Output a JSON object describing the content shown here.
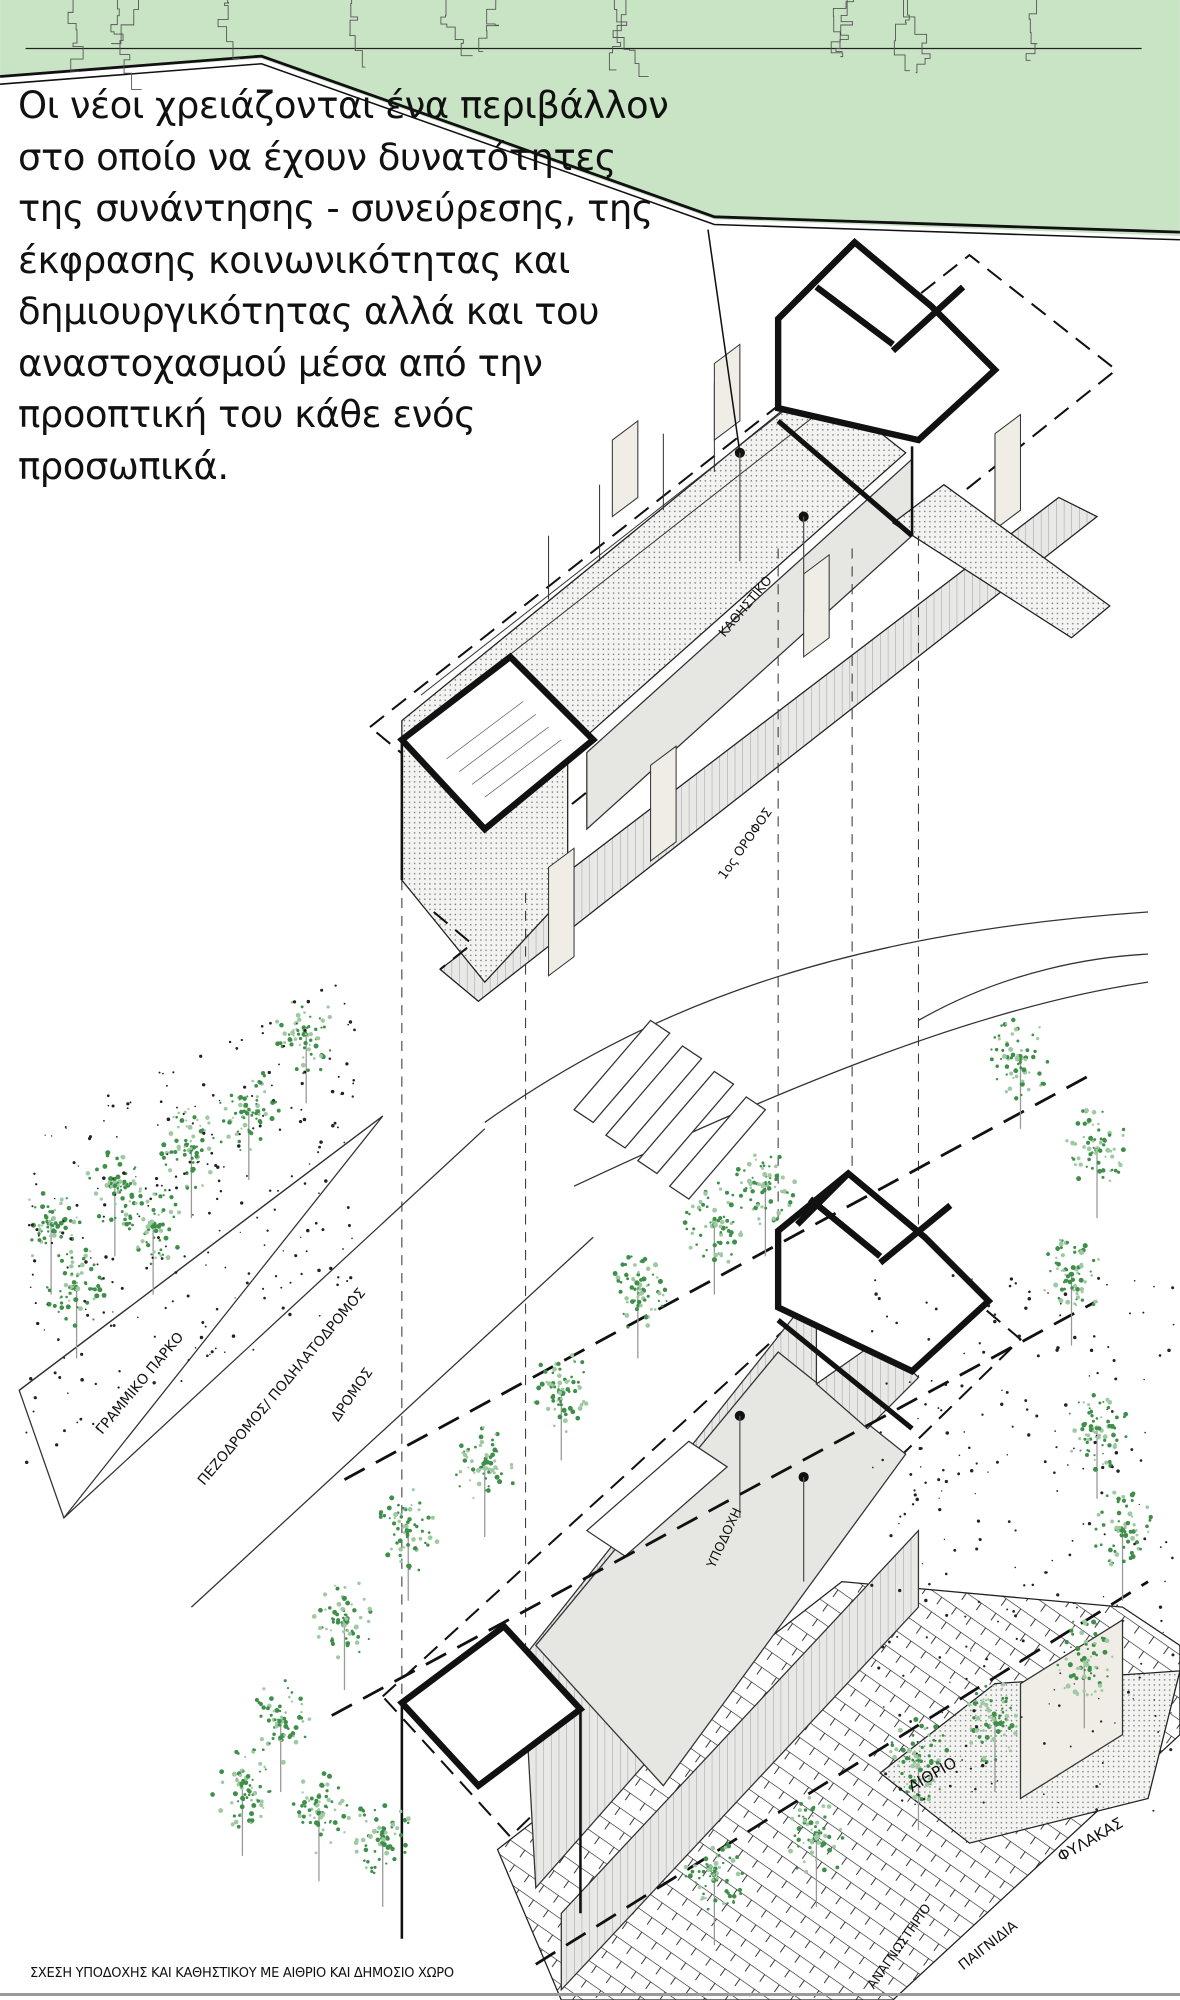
{
  "intro_text": {
    "lines": [
      "Οι νέοι χρειάζονται ένα περιβάλλον",
      "στο οποίο να έχουν δυνατότητες",
      "της συνάντησης - συνεύρεσης, της",
      "έκφρασης κοινωνικότητας και",
      "δημιουργικότητας αλλά και του",
      "αναστοχασμού μέσα από την",
      "προοπτική του κάθε ενός",
      "προσωπικά."
    ]
  },
  "labels": {
    "lounge": "ΚΑΘΗΣΤΙΚΟ",
    "first_floor": "1ος ΟΡΟΦΟΣ",
    "linear_park": "ΓΡΑΜΜΙΚΟ ΠΑΡΚΟ",
    "sidewalk": "ΠΕΖΟΔΡΟΜΟΣ/ ΠΟΔΗΛΑΤΟΔΡΟΜΟΣ",
    "road": "ΔΡΟΜΟΣ",
    "reception": "ΥΠΟΔΟΧΗ",
    "atrium": "ΑΙΘΡΙΟ",
    "guard": "ΦΥΛΑΚΑΣ",
    "games": "ΠΑΙΓΝΙΔΙΑ",
    "reading_room": "ΑΝΑΓΝΩΣΤΗΡΙΟ"
  },
  "caption": "ΣΧΕΣΗ ΥΠΟΔΟΧΗΣ ΚΑΙ ΚΑΘΗΣΤΙΚΟΥ ΜΕ ΑΙΘΡΙΟ ΚΑΙ ΔΗΜΟΣΙΟ ΧΩΡΟ",
  "colors": {
    "park_green": "#c9e4c5",
    "tree_green": "#3f8f4a",
    "floor_gray": "#e6e6e2",
    "panel_beige": "#efede6"
  }
}
